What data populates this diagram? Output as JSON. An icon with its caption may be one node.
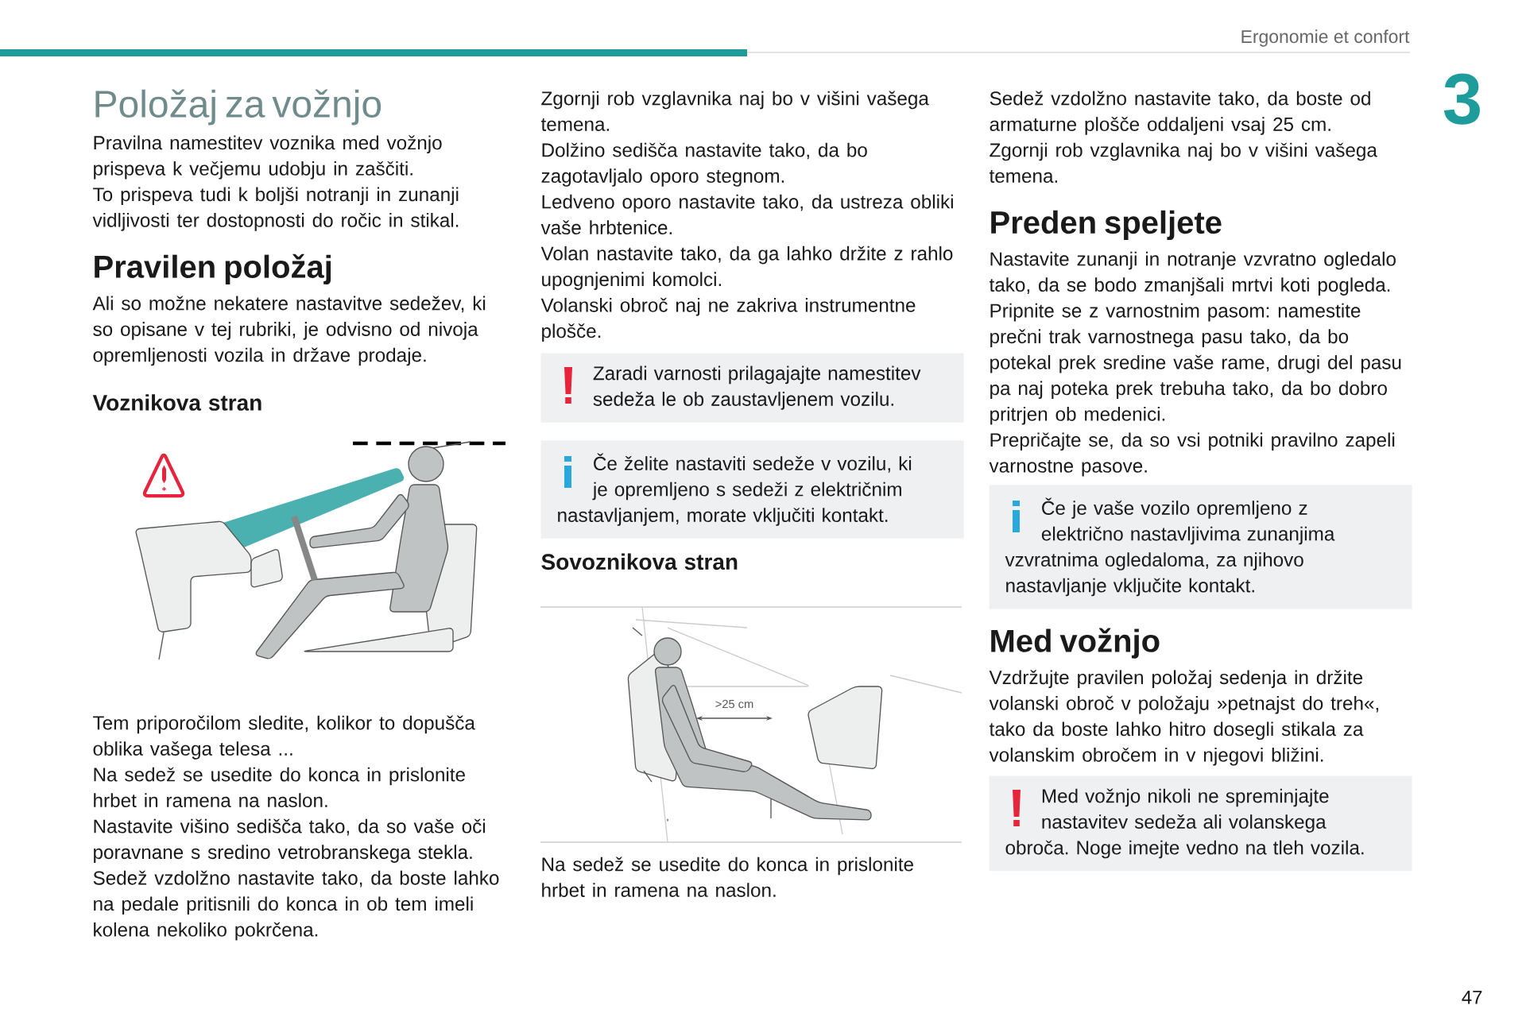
{
  "diagram": {
    "nodes": [
      {
        "text": [
          "Zaradi varnosti prilagajajte namestitev sedeža le ob zaustavljenem vozilu."
        ]
      },
      {
        "text": [
          "Če želite nastaviti sedeže v vozilu, ki je opremljeno s sedeži z električnim nastavljanjem, morate vključiti kontakt."
        ]
      },
      {
        "text": [
          "Če je vaše vozilo opremljeno z električno nastavljivima zunanjima vzvratnima ogledaloma, za njihovo nastavljanje vključite kontakt."
        ]
      },
      {
        "text": [
          "Med vožnjo nikoli ne spreminjajte nastavitev sedeža ali volanskega obroča. Noge imejte vedno na tleh vozila."
        ]
      }
    ],
    "labels": [
      "Ergonomie et confort",
      "3",
      "Položaj za vožnjo",
      "Pravilna namestitev voznika med vožnjo prispeva k večjemu udobju in zaščiti.",
      "To prispeva tudi k boljši notranji in zunanji vidljivosti ter dostopnosti do ročic in stikal.",
      "Pravilen položaj",
      "Ali so možne nekatere nastavitve sedežev, ki so opisane v tej rubriki, je odvisno od nivoja opremljenosti vozila in države prodaje.",
      "Voznikova stran",
      "Tem priporočilom sledite, kolikor to dopušča oblika vašega telesa ...",
      "Na sedež se usedite do konca in prislonite hrbet in ramena na naslon.",
      "Nastavite višino sedišča tako, da so vaše oči poravnane s sredino vetrobranskega stekla.",
      "Sedež vzdolžno nastavite tako, da boste lahko na pedale pritisnili do konca in ob tem imeli kolena nekoliko pokrčena.",
      "Zgornji rob vzglavnika naj bo v višini vašega temena.",
      "Dolžino sedišča nastavite tako, da bo zagotavljalo oporo stegnom.",
      "Ledveno oporo nastavite tako, da ustreza obliki vaše hrbtenice.",
      "Volan nastavite tako, da ga lahko držite z rahlo upognjenimi komolci.",
      "Volanski obroč naj ne zakriva instrumentne plošče.",
      "Sovoznikova stran",
      ">25 cm",
      "Na sedež se usedite do konca in prislonite hrbet in ramena na naslon.",
      "Sedež vzdolžno nastavite tako, da boste od armaturne plošče oddaljeni vsaj 25 cm.",
      "Zgornji rob vzglavnika naj bo v višini vašega temena.",
      "Preden speljete",
      "Nastavite zunanji in notranje vzvratno ogledalo tako, da se bodo zmanjšali mrtvi koti pogleda.",
      "Pripnite se z varnostnim pasom: namestite prečni trak varnostnega pasu tako, da bo potekal prek sredine vaše rame, drugi del pasu pa naj poteka prek trebuha tako, da bo dobro pritrjen ob medenici.",
      "Prepričajte se, da so vsi potniki pravilno zapeli varnostne pasove.",
      "Med vožnjo",
      "Vzdržujte pravilen položaj sedenja in držite volanski obroč v položaju »petnajst do treh«, tako da boste lahko hitro dosegli stikala za volanskim obročem in v njegovi bližini.",
      "47"
    ]
  }
}
